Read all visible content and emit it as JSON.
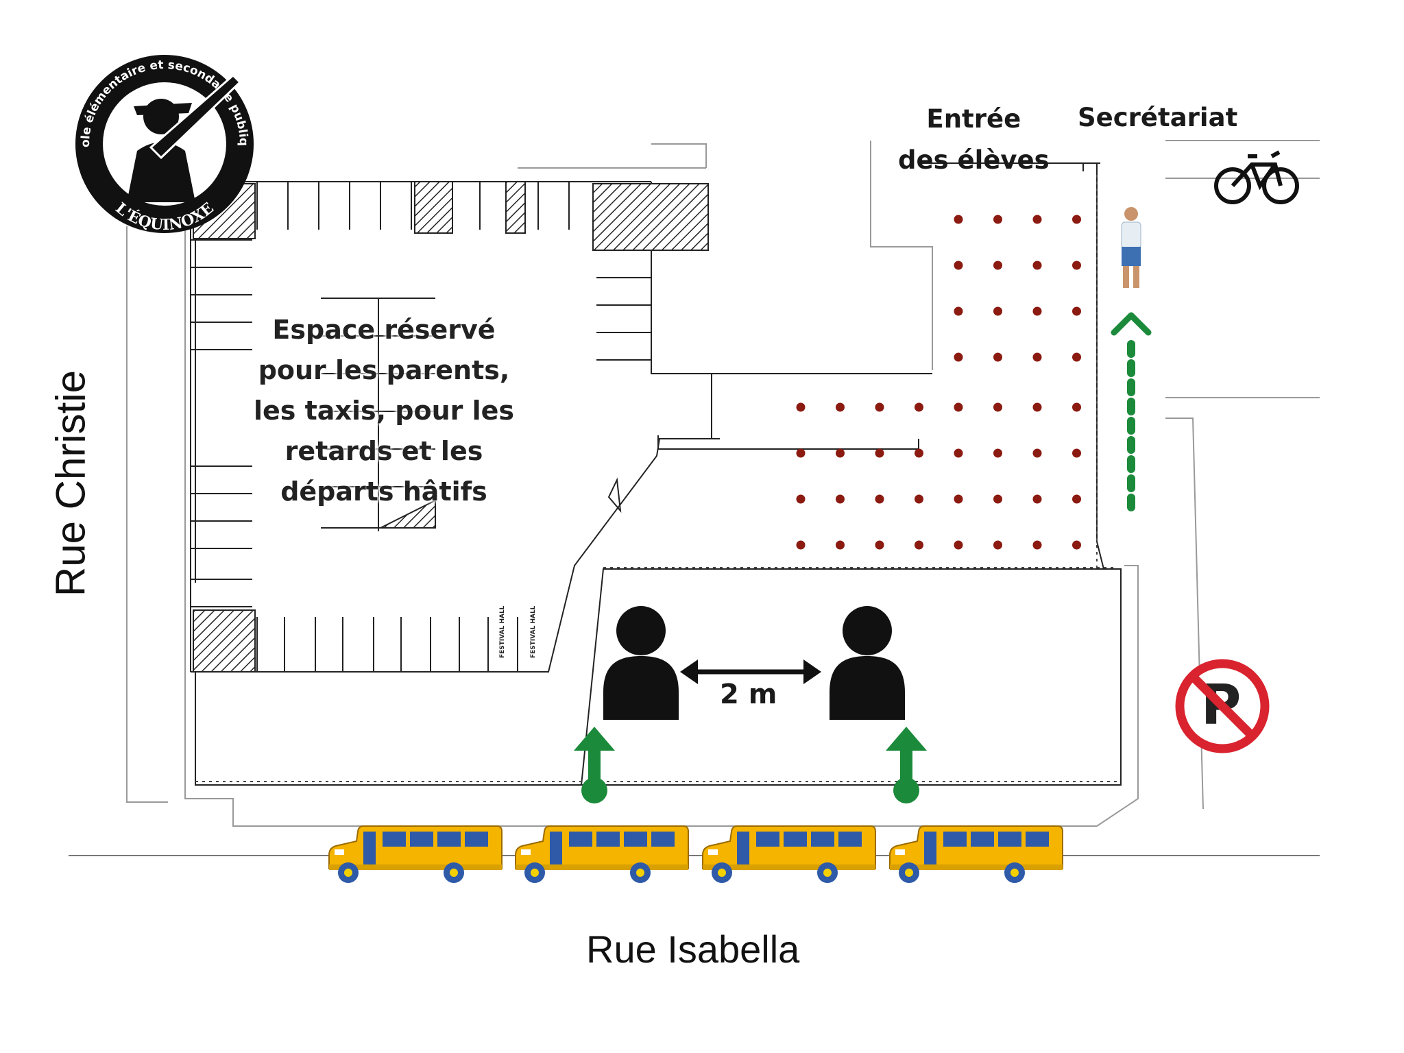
{
  "logo": {
    "name": "L'ÉQUINOXE",
    "tagline": "École élémentaire et secondaire publique"
  },
  "labels": {
    "student_entrance_line1": "Entrée",
    "student_entrance_line2": "des élèves",
    "secretariat": "Secrétariat",
    "reserved_space": [
      "Espace réservé",
      "pour les parents,",
      "les taxis, pour les",
      "retards et les",
      "départs hâtifs"
    ],
    "distance": "2 m",
    "parking_stall_1": "FESTIVAL HALL",
    "parking_stall_2": "FESTIVAL HALL"
  },
  "streets": {
    "west": "Rue Christie",
    "south": "Rue Isabella"
  },
  "icons": [
    "school-logo",
    "bicycle-icon",
    "student-icon",
    "no-parking-icon",
    "person-icon",
    "double-arrow-icon",
    "up-arrow-icon",
    "school-bus-icon"
  ],
  "colors": {
    "dots": "#8b1a10",
    "green_arrow": "#1b8a3a",
    "no_parking_red": "#d9232e",
    "bus_yellow": "#f4b400",
    "bus_window": "#2e5aa8"
  },
  "dot_grid": {
    "upper_rows": 4,
    "upper_cols": 4,
    "lower_rows": 4,
    "lower_cols": 8
  },
  "bus_count": 4
}
